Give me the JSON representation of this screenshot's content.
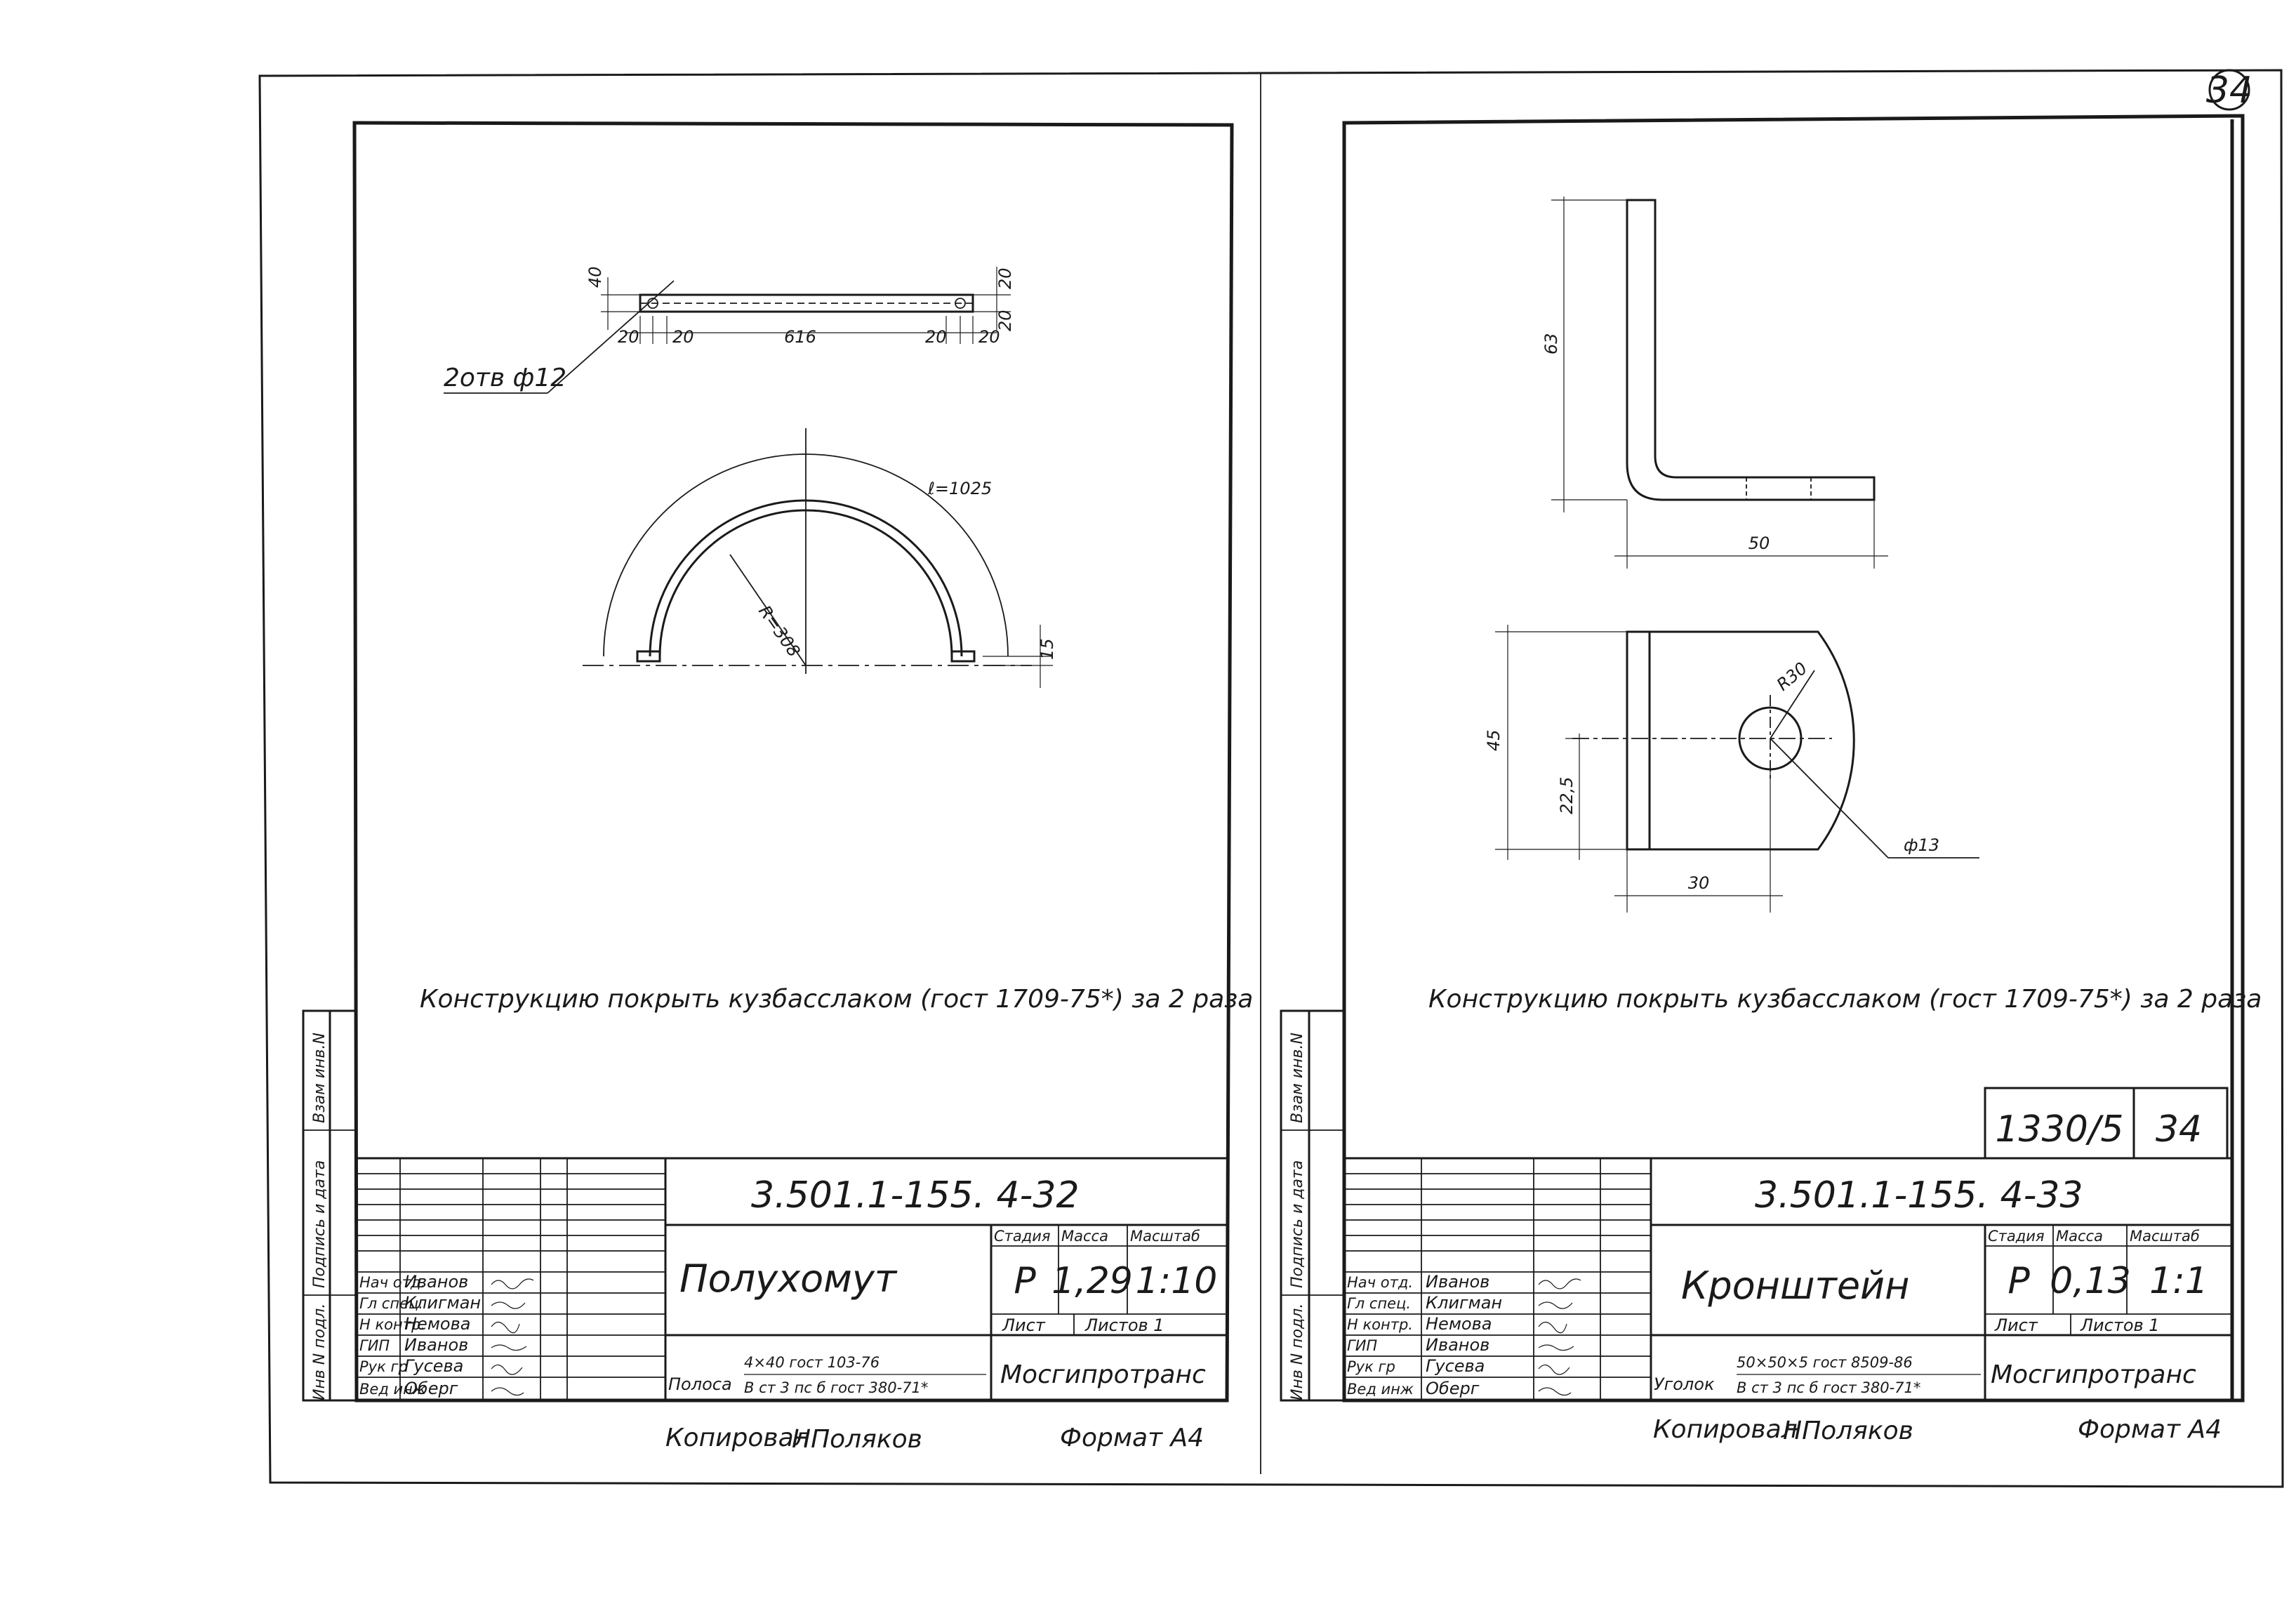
{
  "sheet_number": "34",
  "archive_stamp": {
    "number": "1330/5",
    "sheet": "34"
  },
  "side_strip": {
    "labels": [
      "Инв N подл.",
      "Подпись и дата",
      "Взам инв.N"
    ]
  },
  "left": {
    "strip": {
      "dim_height": "40",
      "dim_right_top": "20",
      "dim_right_bottom": "20",
      "dims_bottom": [
        "20",
        "20",
        "616",
        "20",
        "20"
      ],
      "holes_label": "2отв ф12"
    },
    "arc": {
      "radius_label": "R=308",
      "length_label": "ℓ=1025",
      "height_label": "15"
    },
    "note": "Конструкцию покрыть кузбасслаком (гост 1709-75*) за 2 раза",
    "code": "3.501.1-155. 4-32",
    "title": "Полухомут",
    "stage_headers": [
      "Стадия",
      "Масса",
      "Масштаб"
    ],
    "stage_values": [
      "Р",
      "1,29",
      "1:10"
    ],
    "sheet_label": "Лист",
    "sheets_label": "Листов 1",
    "material_name": "Полоса",
    "material_top": "4×40 гост 103-76",
    "material_bottom": "В ст 3 пс б гост 380-71*",
    "org": "Мосгипротранс",
    "roles": [
      "Нач отд.",
      "Гл спец.",
      "Н контр.",
      "ГИП",
      "Рук гр",
      "Вед инж"
    ],
    "names": [
      "Иванов",
      "Клигман",
      "Немова",
      "Иванов",
      "Гусева",
      "Оберг"
    ],
    "copied": "Копировал",
    "copied_sign": "НПоляков",
    "format": "Формат А4"
  },
  "right": {
    "side": {
      "dim_height": "63",
      "dim_width": "50"
    },
    "plan": {
      "dim_height": "45",
      "dim_half": "22,5",
      "dim_width": "30",
      "radius_label": "R30",
      "hole_label": "ф13"
    },
    "note": "Конструкцию покрыть кузбасслаком (гост 1709-75*) за 2 раза",
    "code": "3.501.1-155. 4-33",
    "title": "Кронштейн",
    "stage_headers": [
      "Стадия",
      "Масса",
      "Масштаб"
    ],
    "stage_values": [
      "Р",
      "0,13",
      "1:1"
    ],
    "sheet_label": "Лист",
    "sheets_label": "Листов 1",
    "material_name": "Уголок",
    "material_top": "50×50×5 гост 8509-86",
    "material_bottom": "В ст 3 пс б гост 380-71*",
    "org": "Мосгипротранс",
    "roles": [
      "Нач отд.",
      "Гл спец.",
      "Н контр.",
      "ГИП",
      "Рук гр",
      "Вед инж"
    ],
    "names": [
      "Иванов",
      "Клигман",
      "Немова",
      "Иванов",
      "Гусева",
      "Оберг"
    ],
    "copied": "Копировал",
    "copied_sign": "НПоляков",
    "format": "Формат А4"
  }
}
